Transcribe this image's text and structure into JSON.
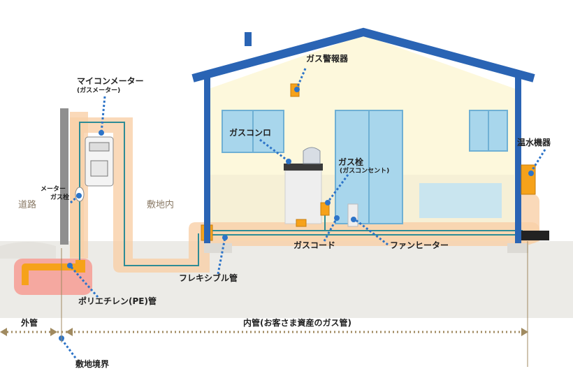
{
  "labels": {
    "gas_alarm": "ガス警報器",
    "micom_meter": "マイコンメーター",
    "micom_meter_sub": "(ガスメーター)",
    "gas_stove": "ガスコンロ",
    "gas_outlet": "ガス栓",
    "gas_outlet_sub": "(ガスコンセント)",
    "water_heater": "温水機器",
    "meter_valve_line1": "メーター",
    "meter_valve_line2": "ガス栓",
    "road": "道路",
    "premises": "敷地内",
    "gas_cord": "ガスコード",
    "fan_heater": "ファンヒーター",
    "flexible_pipe": "フレキシブル管",
    "pe_pipe": "ポリエチレン(PE)管",
    "outer_pipe": "外管",
    "inner_pipe": "内管(お客さま資産のガス管)",
    "boundary": "敷地境界"
  },
  "colors": {
    "house_frame": "#2a64b4",
    "house_wall": "#fdf8dc",
    "pipe_zone": "#f9cfa8",
    "pe_zone": "#f5a8a0",
    "pipe_line": "#2e8c96",
    "pe_pipe": "#f6a21a",
    "label_leader": "#2d74c8",
    "boundary_line": "#a08a60",
    "ground": "#ecebe7",
    "window": "#a8d6ec"
  }
}
